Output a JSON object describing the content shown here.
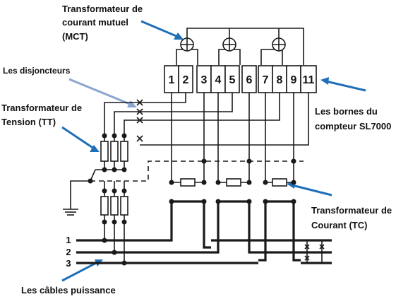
{
  "labels": {
    "mct_line1": "Transformateur de",
    "mct_line2": "courant mutuel",
    "mct_line3": "(MCT)",
    "disjoncteurs": "Les disjoncteurs",
    "tt_line1": "Transformateur de",
    "tt_line2": "Tension (TT)",
    "bornes_line1": "Les bornes du",
    "bornes_line2": "compteur SL7000",
    "tc_line1": "Transformateur de",
    "tc_line2": "Courant (TC)",
    "cables": "Les câbles puissance"
  },
  "terminals": [
    "1",
    "2",
    "3",
    "4",
    "5",
    "6",
    "7",
    "8",
    "9",
    "11"
  ],
  "phases": [
    "1",
    "2",
    "3"
  ],
  "colors": {
    "arrow": "#1f6fb8",
    "arrow_light": "#8aa6cf",
    "wire": "#1a1a1a"
  }
}
